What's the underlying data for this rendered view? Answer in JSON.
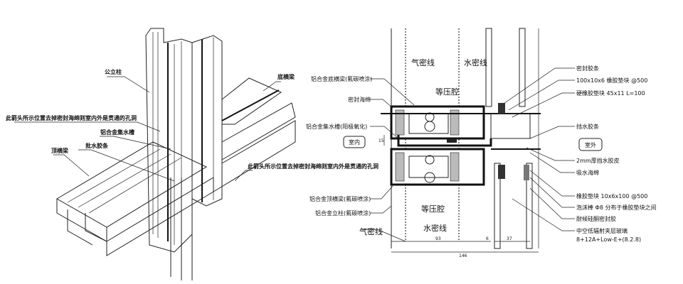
{
  "left_view": {
    "labels": {
      "male_mullion": "公立柱",
      "bottom_transom": "底横梁",
      "arrow_note_1": "此箭头所示位置去掉密封海绵则室内外是贯通的孔洞",
      "gutter": "铝合金集水槽",
      "weather_strip": "批水胶条",
      "top_transom": "顶横梁",
      "arrow_note_2": "此箭头所示位置去掉密封海绵则室内外是贯通的孔洞"
    }
  },
  "right_view": {
    "left_labels": {
      "bottom_transom": "铝合金底横梁(氟碳喷涂)",
      "seal_sponge": "密封海绵",
      "gutter": "铝合金集水槽(阳极氧化)",
      "indoor": "室内",
      "top_transom": "铝合金顶横梁(氟碳喷涂)",
      "mullion": "铝合金立柱(氟碳喷涂)"
    },
    "center_labels": {
      "air_line_top": "气密线",
      "water_line_top": "水密线",
      "pressure_chamber_top": "等压腔",
      "pressure_chamber_bottom": "等压腔",
      "air_line_bottom": "气密线",
      "water_line_bottom": "水密线"
    },
    "right_labels": {
      "seal_strip": "密封胶条",
      "rubber_block_1": "100x10x6 橡胶垫块  @500",
      "hard_rubber_block": "硬橡胶垫块 45x11 L=100",
      "water_strip": "挡水胶条",
      "outdoor": "室外",
      "water_skin": "2mm厚挡水胶皮",
      "absorb_sponge": "吸水海绵",
      "rubber_block_2": "橡胶垫块  10x6x100  @500",
      "foam_rod": "泡沫棒  Φ8  分布于橡胶垫块之间",
      "sealant": "耐候硅酮密封胶",
      "glass": "中空低辐射夹层玻璃",
      "glass_spec": "8+12A+Low-E+(8.2.8)"
    },
    "dimensions": {
      "d93": "93",
      "d6": "6",
      "d37": "37",
      "d146": "146",
      "d15": "15"
    }
  }
}
